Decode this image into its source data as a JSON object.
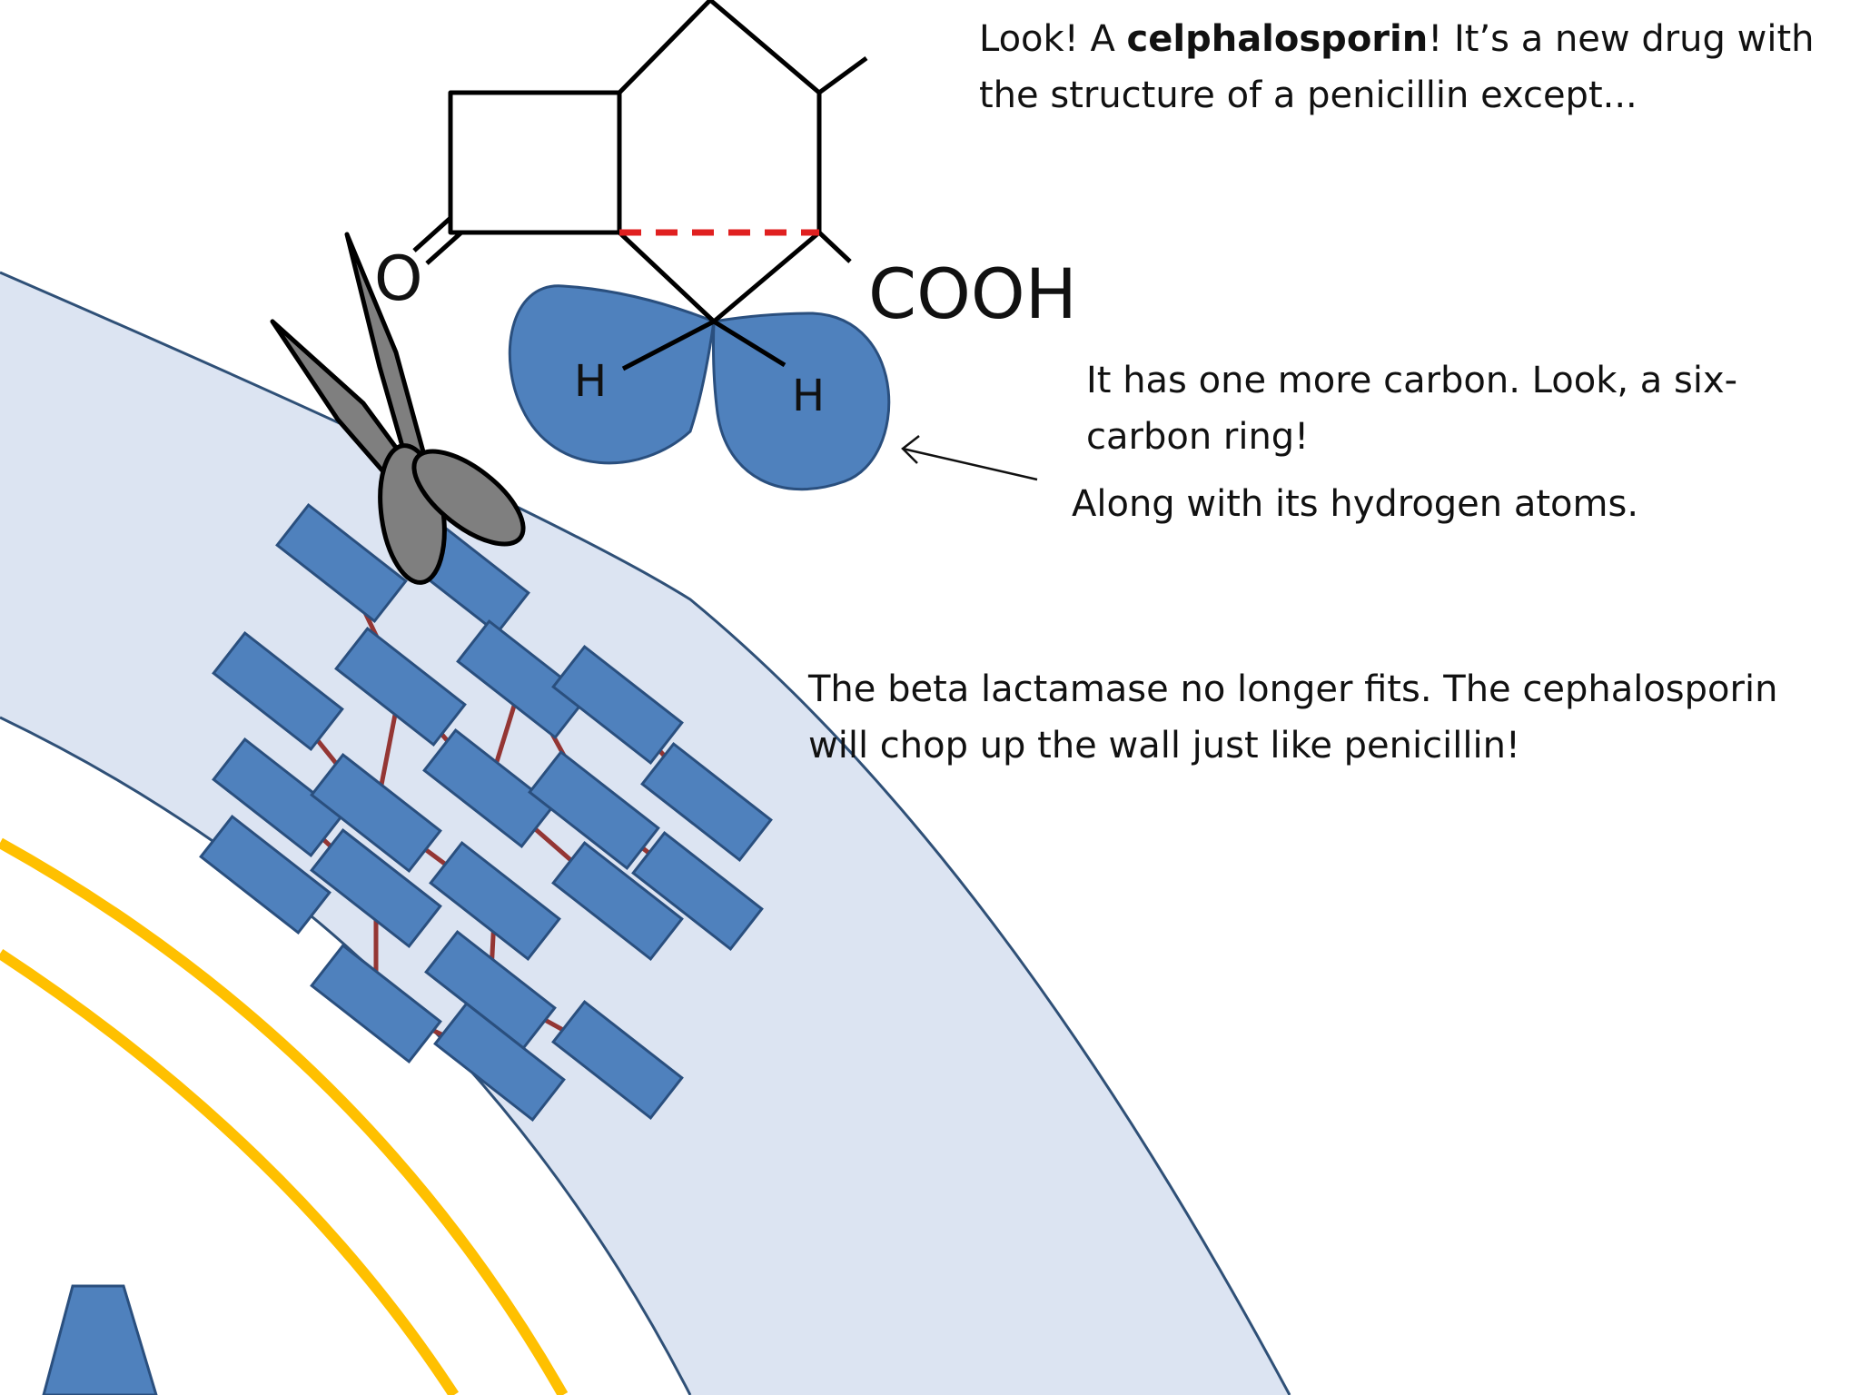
{
  "callouts": {
    "intro": {
      "line1_prefix": "Look! A ",
      "line1_bold": "celphalosporin",
      "line1_suffix": "! It’s a new drug with",
      "line2": "the structure of a penicillin except..."
    },
    "ring": {
      "line1": "It has one more carbon. Look, a six-",
      "line2": "carbon ring!"
    },
    "hydrogens": "Along with its hydrogen atoms.",
    "conclusion": {
      "line1": "The beta lactamase no longer fits. The cephalosporin",
      "line2": "will chop up the wall just like penicillin!"
    }
  },
  "molecule": {
    "oxygen_label": "O",
    "acid_label": "COOH",
    "hydrogen_left": "H",
    "hydrogen_right": "H"
  },
  "icons": {
    "cutter": "scissors-icon"
  },
  "colors": {
    "cell_wall_fill": "#dce4f2",
    "cell_wall_edge": "#2f5077",
    "peptidoglycan_block": "#4f81bd",
    "block_edge": "#2a4f7e",
    "crosslink": "#943634",
    "membrane": "#ffc000",
    "new_bond": "#e02020",
    "hydrogen_lobes": "#4f81bd",
    "scissors": "#7f7f7f"
  }
}
